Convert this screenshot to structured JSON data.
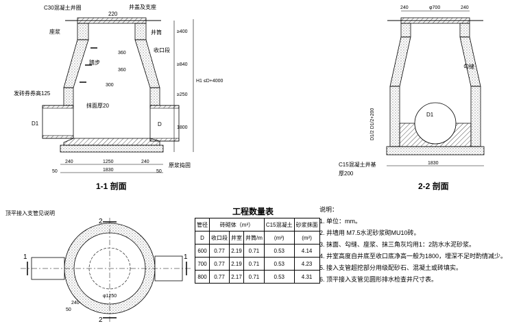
{
  "section11": {
    "title": "1-1 剖面",
    "labels": {
      "c30_cover": "C30混凝土井圈",
      "cover_seat": "井盖及支座",
      "dim_220": "220",
      "seat_mortar": "座浆",
      "well_ring": "井筒",
      "reducer": "收口段",
      "step": "踏步",
      "brick_coupon": "发砖券券高125",
      "plaster": "抹面厚20",
      "bedding": "原浆捣固",
      "d1": "D1",
      "d": "D",
      "dim_400": "≥400",
      "dim_840": "≥840",
      "dim_250": "≥250",
      "dim_1800": "1800",
      "dim_h1": "H1 ≤D+4000",
      "dim_360a": "360",
      "dim_360b": "360",
      "dim_300": "300",
      "dim_50a": "50",
      "dim_50b": "50",
      "dim_240a": "240",
      "dim_240b": "240",
      "dim_1250": "1250",
      "dim_1830": "1830"
    }
  },
  "section22": {
    "title": "2-2 剖面",
    "labels": {
      "dim_240a": "240",
      "dim_phi700": "φ700",
      "dim_240b": "240",
      "joint": "勾缝",
      "d1": "D1",
      "dim_side": "D1/2 D1/2+200",
      "base": "C15混凝土井基",
      "base_thk": "厚200",
      "dim_1830": "1830"
    }
  },
  "plan": {
    "note": "顶平接入支管见说明",
    "label_2top": "2",
    "label_2bottom": "2",
    "label_1left": "1",
    "label_1right": "1",
    "dim_phi": "φ1250",
    "dim_240": "240",
    "dim_50": "50"
  },
  "table": {
    "title": "工程数量表",
    "headers": {
      "pipe": "管径",
      "pipe_unit": "D",
      "masonry": "砖砌体（m³）",
      "reducer": "收口段",
      "chamber": "井室",
      "shaft": "井筒/m",
      "c15": "C15混凝土",
      "c15_unit": "(m³)",
      "mortar": "砂浆抹面",
      "mortar_unit": "(m²)"
    },
    "rows": [
      [
        "600",
        "0.77",
        "2.19",
        "0.71",
        "0.53",
        "4.14"
      ],
      [
        "700",
        "0.77",
        "2.19",
        "0.71",
        "0.53",
        "4.23"
      ],
      [
        "800",
        "0.77",
        "2.17",
        "0.71",
        "0.53",
        "4.31"
      ]
    ]
  },
  "notes": {
    "heading": "说明：",
    "items": [
      "1. 单位：mm。",
      "2. 井墙用 M7.5水泥砂浆砌MU10砖。",
      "3. 抹面、勾缝、座浆、抹三角灰均用1：2防水水泥砂浆。",
      "4. 井室高度自井底至收口底净高一般为1800，埋深不足时酌情减少。",
      "5. 接入支管超挖部分用级配砂石、混凝土或砖填实。",
      "6. 顶平接入支管见圆形排水检查井尺寸表。"
    ]
  }
}
